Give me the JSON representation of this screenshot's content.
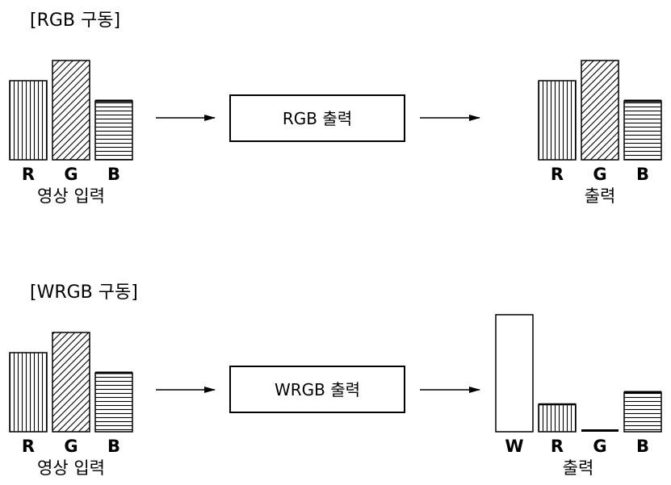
{
  "colors": {
    "line": "#000000",
    "background": "#ffffff"
  },
  "sections": {
    "rgb": {
      "title": "[RGB 구동]",
      "input": {
        "labels": [
          "R",
          "G",
          "B"
        ],
        "caption": "영상 입력"
      },
      "process": {
        "label": "RGB 출력"
      },
      "output": {
        "labels": [
          "R",
          "G",
          "B"
        ],
        "caption": "출력"
      }
    },
    "wrgb": {
      "title": "[WRGB 구동]",
      "input": {
        "labels": [
          "R",
          "G",
          "B"
        ],
        "caption": "영상 입력"
      },
      "process": {
        "label": "WRGB 출력"
      },
      "output": {
        "labels": [
          "W",
          "R",
          "G",
          "B"
        ],
        "caption": "출력"
      }
    }
  }
}
